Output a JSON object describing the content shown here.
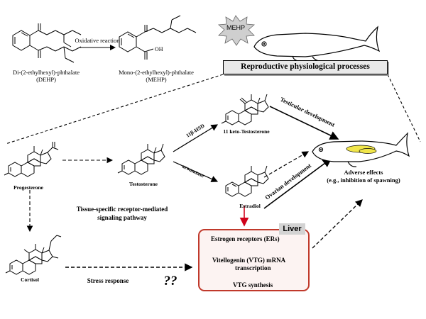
{
  "chemicals": {
    "dehp_name": "Di-(2-ethylhexyl)-phthalate",
    "dehp_abbr": "(DEHP)",
    "mehp_name": "Mono-(2-ethylhexyl)-phthalate",
    "mehp_abbr": "(MEHP)",
    "reaction_label": "Oxidative reaction",
    "mehp_burst": "MEHP",
    "oh_label": "OH"
  },
  "banner": "Reproductive physiological processes",
  "steroids": {
    "progesterone": "Progesterone",
    "testosterone": "Testosterone",
    "keto_testosterone": "11 keto-Testosterone",
    "estradiol": "Estradiol",
    "cortisol": "Cortisol"
  },
  "enzymes": {
    "hsd": "11β-HSD",
    "aromatase": "aromatase"
  },
  "processes": {
    "testicular": "Testicular development",
    "ovarian": "Ovarian development",
    "stress": "Stress response",
    "unknown": "??"
  },
  "pathway": {
    "line1": "Tissue-specific receptor-mediated",
    "line2": "signaling pathway"
  },
  "liver": {
    "tag": "Liver",
    "step1": "Estrogen receptors (ERs)",
    "step2a": "Vitellogenin (VTG) mRNA",
    "step2b": "transcription",
    "step3": "VTG synthesis"
  },
  "outcome": {
    "title": "Adverse effects",
    "detail": "(e.g., inhibition  of spawning)"
  },
  "colors": {
    "hsd_text": "#1a1aa6",
    "aromatase_text": "#c0392b",
    "liver_border": "#c0392b",
    "red_arrow": "#d0021b",
    "gonad_yellow": "#f1e64a"
  }
}
